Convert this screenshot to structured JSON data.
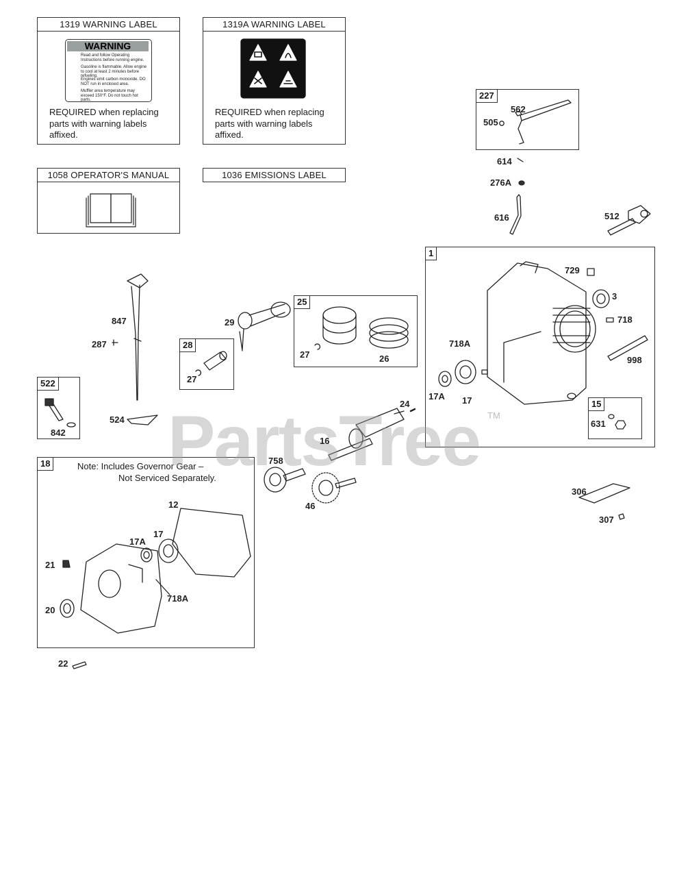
{
  "labels_section": {
    "warning_1319": {
      "title": "1319 WARNING LABEL",
      "required_text": "REQUIRED when replacing parts with warning labels affixed.",
      "sticker_header": "WARNING",
      "sticker_lines": [
        "Read and follow Operating Instructions before running engine.",
        "Gasoline is flammable. Allow engine to cool at least 2 minutes before refueling.",
        "Engines emit carbon monoxide. DO NOT run in enclosed area.",
        "Muffler area temperature may exceed 150°F. Do not touch hot parts."
      ]
    },
    "warning_1319a": {
      "title": "1319A WARNING LABEL",
      "required_text": "REQUIRED when replacing parts with warning labels affixed."
    },
    "manual_1058": {
      "title": "1058 OPERATOR'S MANUAL"
    },
    "emissions_1036": {
      "title": "1036 EMISSIONS LABEL"
    }
  },
  "assemblies": {
    "a227": "227",
    "a1": "1",
    "a25": "25",
    "a28": "28",
    "a522": "522",
    "a15": "15",
    "a18": "18"
  },
  "note_18": {
    "line1": "Note: Includes Governor Gear –",
    "line2": "Not Serviced Separately."
  },
  "part_numbers": {
    "p562": "562",
    "p505": "505",
    "p614": "614",
    "p276a": "276A",
    "p616": "616",
    "p512": "512",
    "p729": "729",
    "p3": "3",
    "p718": "718",
    "p718a_block": "718A",
    "p998": "998",
    "p17a_block": "17A",
    "p17_block": "17",
    "p631": "631",
    "p847": "847",
    "p287": "287",
    "p29": "29",
    "p27_piston": "27",
    "p26": "26",
    "p27_pin": "27",
    "p842": "842",
    "p524": "524",
    "p24": "24",
    "p16": "16",
    "p758": "758",
    "p46": "46",
    "p306": "306",
    "p307": "307",
    "p12": "12",
    "p17_cover": "17",
    "p17a_cover": "17A",
    "p21": "21",
    "p20": "20",
    "p718a_cover": "718A",
    "p22": "22"
  },
  "watermark": {
    "text": "PartsTree",
    "tm": "TM"
  }
}
